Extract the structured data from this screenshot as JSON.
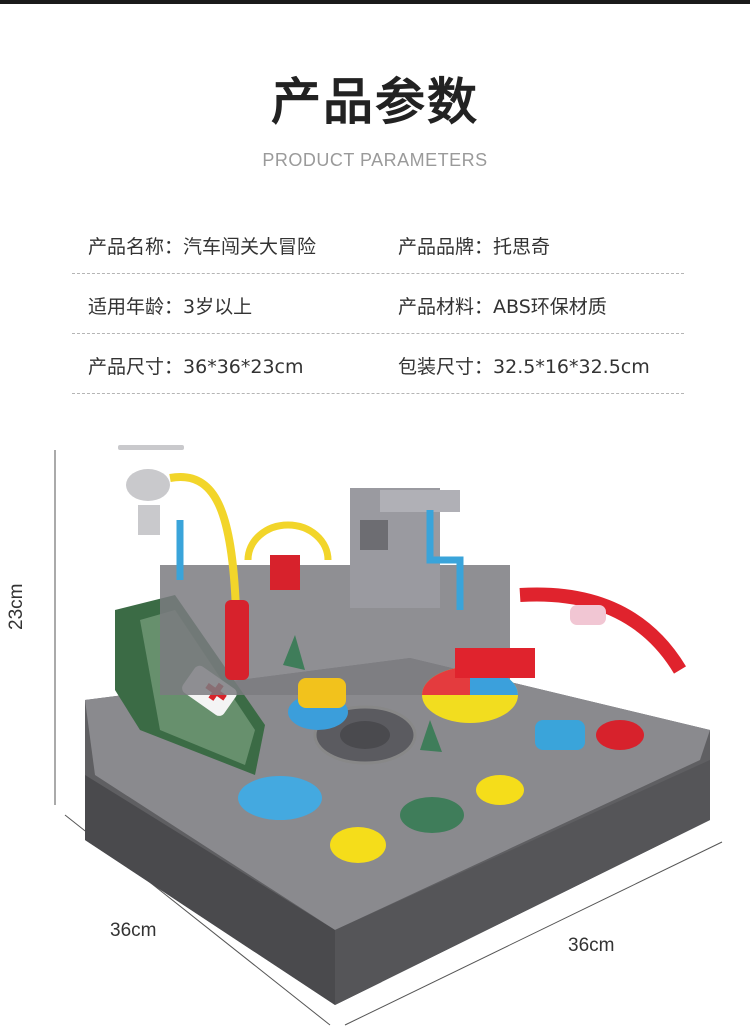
{
  "header": {
    "title": "产品参数",
    "subtitle": "PRODUCT PARAMETERS"
  },
  "specs": [
    {
      "left": {
        "label": "产品名称：",
        "value": "汽车闯关大冒险"
      },
      "right": {
        "label": "产品品牌：",
        "value": "托思奇"
      }
    },
    {
      "left": {
        "label": "适用年龄：",
        "value": "3岁以上"
      },
      "right": {
        "label": "产品材料：",
        "value": "ABS环保材质"
      }
    },
    {
      "left": {
        "label": "产品尺寸：",
        "value": "36*36*23cm"
      },
      "right": {
        "label": "包装尺寸：",
        "value": "32.5*16*32.5cm"
      }
    }
  ],
  "product_image": {
    "dimensions": {
      "height": "23cm",
      "depth": "36cm",
      "width": "36cm"
    }
  },
  "colors": {
    "text": "#333333",
    "subtitle": "#9a9a9a",
    "divider": "#b5b5b5"
  }
}
